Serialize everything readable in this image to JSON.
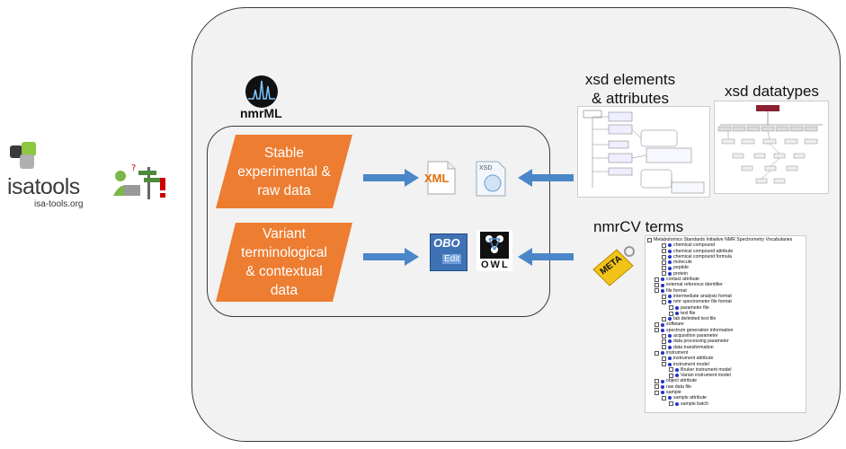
{
  "logo": {
    "brand": "isatools",
    "url": "isa-tools.org"
  },
  "nmrml_logo": "nmrML",
  "boxes": {
    "stable": "Stable experimental & raw data",
    "variant": "Variant terminological & contextual data"
  },
  "headings": {
    "xsd_elements": "xsd elements & attributes",
    "xsd_datatypes": "xsd datatypes",
    "nmrcv_terms": "nmrCV terms"
  },
  "icons": {
    "xml_label": "XML",
    "xsd_label": "XSD",
    "obo_label": "OBO",
    "obo_edit_label": "Edit",
    "owl_label": "OWL",
    "meta_tag_label": "META"
  },
  "nmrcv_tree": {
    "root": "Metabolomics Standards Initiative NMR Spectrometry Vocabularies",
    "items": [
      {
        "label": "chemical compound",
        "depth": 1
      },
      {
        "label": "chemical compound attribute",
        "depth": 1
      },
      {
        "label": "chemical compound formula",
        "depth": 1
      },
      {
        "label": "molecule",
        "depth": 1
      },
      {
        "label": "peptide",
        "depth": 1
      },
      {
        "label": "protein",
        "depth": 1
      },
      {
        "label": "contact attribute",
        "depth": 0
      },
      {
        "label": "external reference identifier",
        "depth": 0
      },
      {
        "label": "file format",
        "depth": 0
      },
      {
        "label": "intermediate analysis format",
        "depth": 1
      },
      {
        "label": "nmr spectrometer file format",
        "depth": 1
      },
      {
        "label": "parameter file",
        "depth": 2
      },
      {
        "label": "text file",
        "depth": 2
      },
      {
        "label": "tab delimited text file",
        "depth": 1
      },
      {
        "label": "software",
        "depth": 0
      },
      {
        "label": "spectrum generation information",
        "depth": 0
      },
      {
        "label": "acquisition parameter",
        "depth": 1
      },
      {
        "label": "data processing parameter",
        "depth": 1
      },
      {
        "label": "data transformation",
        "depth": 1
      },
      {
        "label": "instrument",
        "depth": 0
      },
      {
        "label": "instrument attribute",
        "depth": 1
      },
      {
        "label": "instrument model",
        "depth": 1
      },
      {
        "label": "Bruker instrument model",
        "depth": 2
      },
      {
        "label": "Varian instrument model",
        "depth": 2
      },
      {
        "label": "object attribute",
        "depth": 0
      },
      {
        "label": "raw data file",
        "depth": 0
      },
      {
        "label": "sample",
        "depth": 0
      },
      {
        "label": "sample attribute",
        "depth": 1
      },
      {
        "label": "sample batch",
        "depth": 2
      }
    ]
  },
  "colors": {
    "orange": "#ed7d31",
    "arrow": "#4a86c8",
    "panel": "#f2f2f2"
  }
}
